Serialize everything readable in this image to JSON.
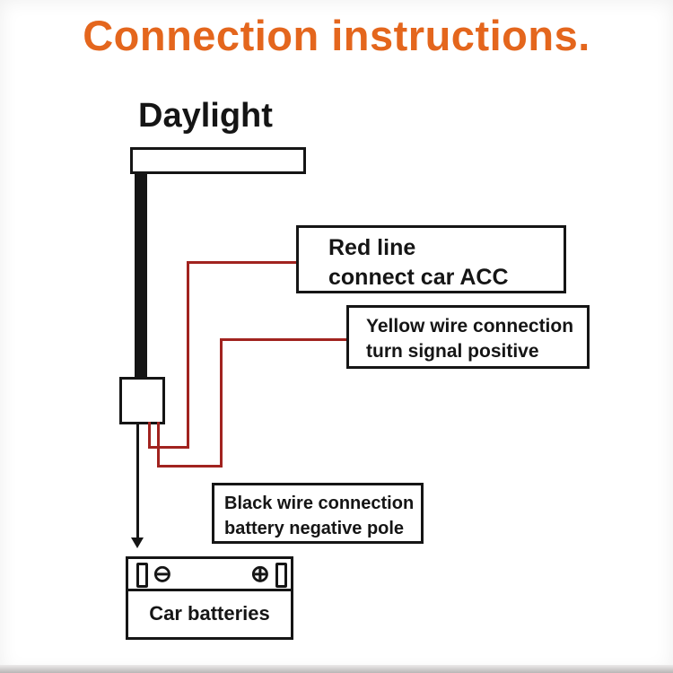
{
  "title": "Connection instructions.",
  "daylight": {
    "label": "Daylight"
  },
  "boxes": {
    "red": {
      "line1": "Red line",
      "line2": "connect car ACC"
    },
    "yellow": {
      "line1": "Yellow wire connection",
      "line2": "turn signal positive"
    },
    "black": {
      "line1": "Black wire connection",
      "line2": "battery negative pole"
    }
  },
  "battery": {
    "label": "Car batteries",
    "negative_symbol": "⊖",
    "positive_symbol": "⊕"
  },
  "colors": {
    "title": "#e4661d",
    "wire_red": "#a1231f",
    "ink": "#151515"
  }
}
